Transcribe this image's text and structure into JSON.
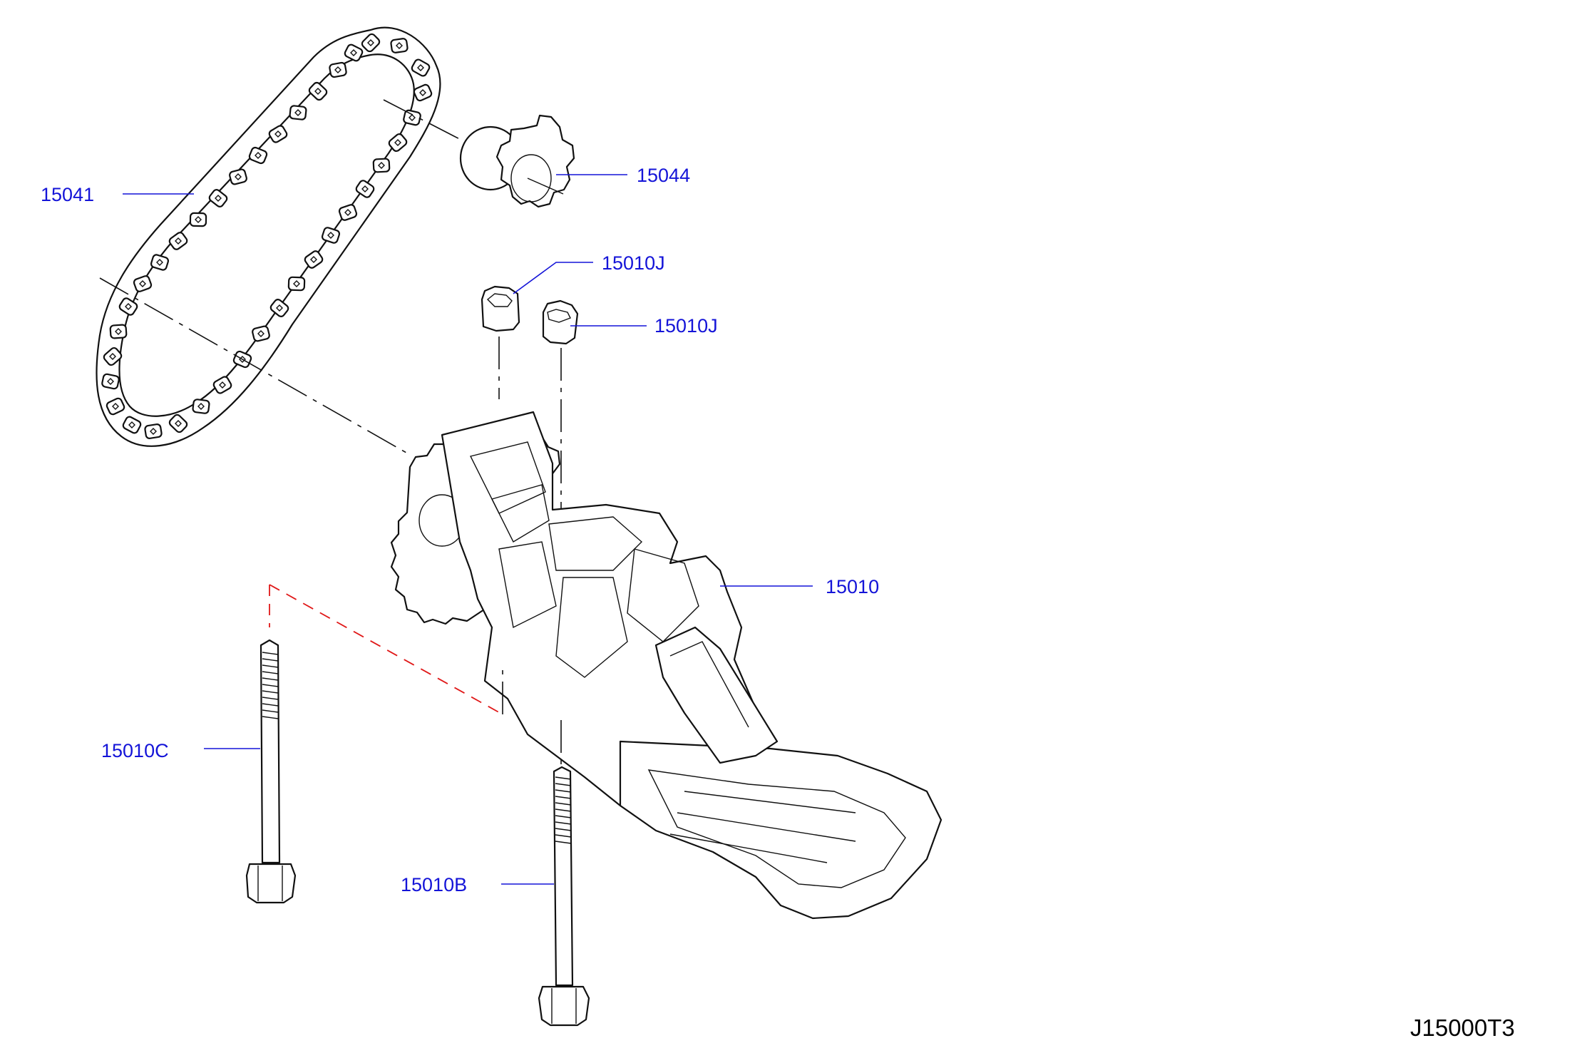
{
  "colors": {
    "label": "#1414d8",
    "ink": "#111111",
    "dashed_guide": "#e01818",
    "background": "#ffffff"
  },
  "parts": {
    "chain": "15041",
    "sprocket": "15044",
    "bushing_a": "15010J",
    "bushing_b": "15010J",
    "pump": "15010",
    "bolt_long_left": "15010C",
    "bolt_long_center": "15010B"
  },
  "figure_code": "J15000T3"
}
